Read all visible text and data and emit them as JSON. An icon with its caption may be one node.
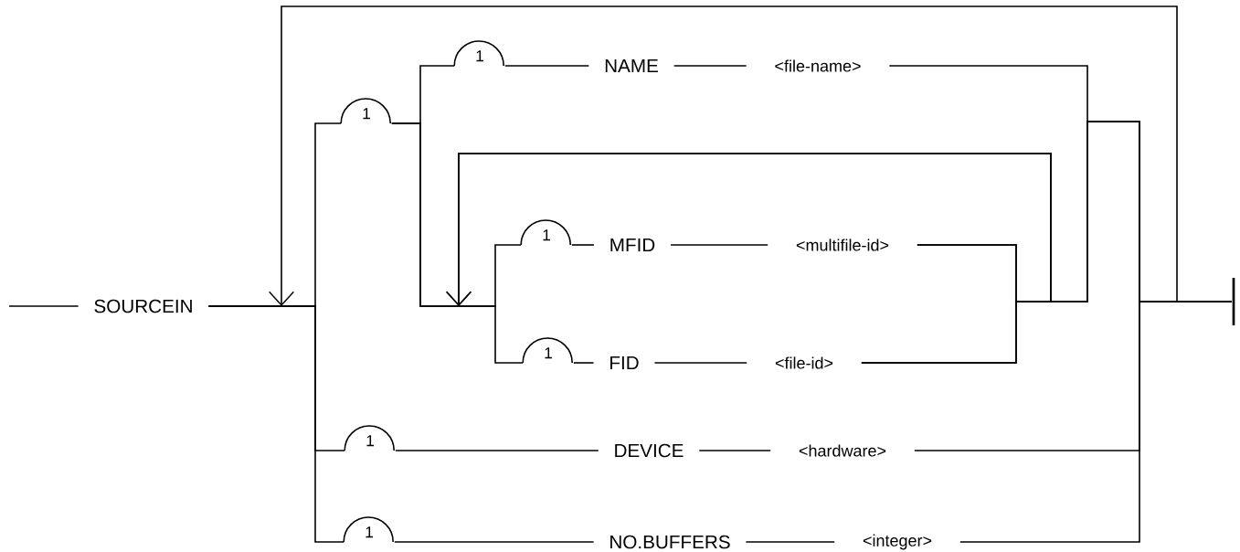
{
  "diagram": {
    "nodes": [
      {
        "text": [
          "SOURCEIN"
        ]
      },
      {
        "text": [
          "1"
        ]
      },
      {
        "text": [
          "1"
        ]
      },
      {
        "text": [
          "NAME"
        ]
      },
      {
        "text": [
          "<file-name>"
        ]
      },
      {
        "text": [
          "1"
        ]
      },
      {
        "text": [
          "MFID"
        ]
      },
      {
        "text": [
          "<multifile-id>"
        ]
      },
      {
        "text": [
          "1"
        ]
      },
      {
        "text": [
          "FID"
        ]
      },
      {
        "text": [
          "<file-id>"
        ]
      },
      {
        "text": [
          "1"
        ]
      },
      {
        "text": [
          "DEVICE"
        ]
      },
      {
        "text": [
          "<hardware>"
        ]
      },
      {
        "text": [
          "1"
        ]
      },
      {
        "text": [
          "NO.BUFFERS"
        ]
      },
      {
        "text": [
          "<integer>"
        ]
      },
      {
        "text": [],
        "shape": "bar"
      }
    ],
    "edges": [
      {
        "from": null,
        "to": 0,
        "arrow": "none"
      },
      {
        "from": 0,
        "to": 1,
        "arrow": "none"
      },
      {
        "from": 0,
        "to": 11,
        "arrow": "none"
      },
      {
        "from": 0,
        "to": 14,
        "arrow": "none"
      },
      {
        "from": 1,
        "to": 2,
        "arrow": "none"
      },
      {
        "from": 1,
        "to": 5,
        "arrow": "none"
      },
      {
        "from": 1,
        "to": 8,
        "arrow": "none"
      },
      {
        "from": 2,
        "to": 3,
        "arrow": "none"
      },
      {
        "from": 3,
        "to": 4,
        "arrow": "none"
      },
      {
        "from": 5,
        "to": 6,
        "arrow": "none"
      },
      {
        "from": 6,
        "to": 7,
        "arrow": "none"
      },
      {
        "from": 8,
        "to": 9,
        "arrow": "none"
      },
      {
        "from": 9,
        "to": 10,
        "arrow": "none"
      },
      {
        "from": 11,
        "to": 12,
        "arrow": "none"
      },
      {
        "from": 12,
        "to": 13,
        "arrow": "none"
      },
      {
        "from": 14,
        "to": 15,
        "arrow": "none"
      },
      {
        "from": 15,
        "to": 16,
        "arrow": "none"
      },
      {
        "from": 4,
        "to": 17,
        "arrow": "none"
      },
      {
        "from": 7,
        "to": 17,
        "arrow": "none"
      },
      {
        "from": 10,
        "to": 17,
        "arrow": "none"
      },
      {
        "from": 13,
        "to": 17,
        "arrow": "none"
      },
      {
        "from": 16,
        "to": 17,
        "arrow": "none"
      },
      {
        "from": 7,
        "to": null,
        "arrow": "to"
      },
      {
        "from": 10,
        "to": null,
        "arrow": "to"
      },
      {
        "from": 17,
        "to": null,
        "arrow": "to"
      }
    ]
  }
}
